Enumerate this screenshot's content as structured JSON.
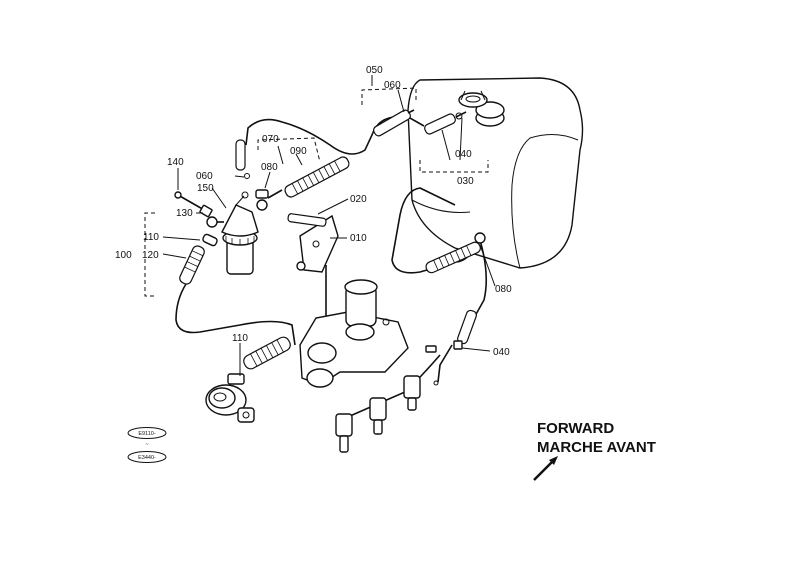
{
  "callouts": {
    "c010": "010",
    "c020": "020",
    "c030": "030",
    "c040_tank": "040",
    "c040_bottom": "040",
    "c050": "050",
    "c060_top": "060",
    "c060_filter": "060",
    "c070": "070",
    "c080_top": "080",
    "c080_right": "080",
    "c090": "090",
    "c100": "100",
    "c110_upper": "110",
    "c110_lower": "110",
    "c120": "120",
    "c130": "130",
    "c140": "140",
    "c150": "150"
  },
  "direction": {
    "line1": "FORWARD",
    "line2": "MARCHE AVANT"
  },
  "badges": {
    "top": "E9110-",
    "bottom": "E3440-"
  }
}
